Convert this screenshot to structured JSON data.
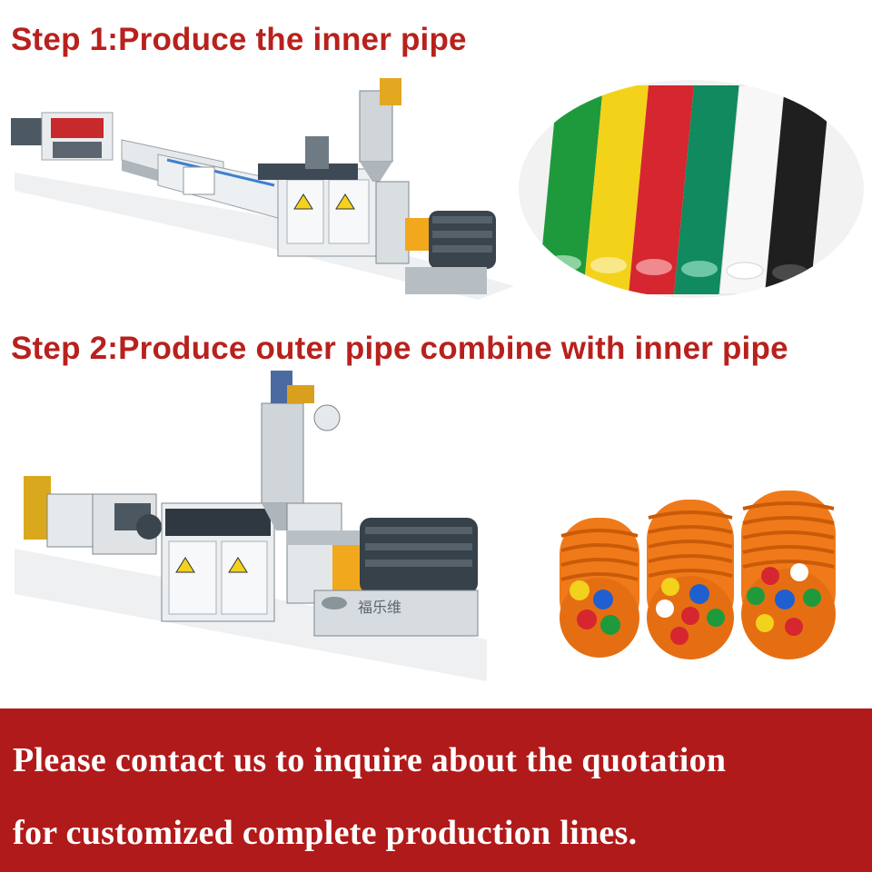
{
  "step1": {
    "heading": "Step 1:Produce the inner pipe"
  },
  "step2": {
    "heading": "Step 2:Produce outer pipe combine with inner pipe"
  },
  "cta": {
    "line1": "Please contact us to inquire about the quotation",
    "line2": "for customized complete production lines."
  },
  "machine_text": "福乐维",
  "colors": {
    "heading": "#b8211d",
    "banner": "#b11a1a",
    "banner_text": "#ffffff",
    "inner_pipes": [
      "#1e9a3c",
      "#f3d21a",
      "#d62630",
      "#108a5e",
      "#f4f4f4",
      "#1f1f1f"
    ],
    "outer_pipe": "#ef7a1a"
  }
}
